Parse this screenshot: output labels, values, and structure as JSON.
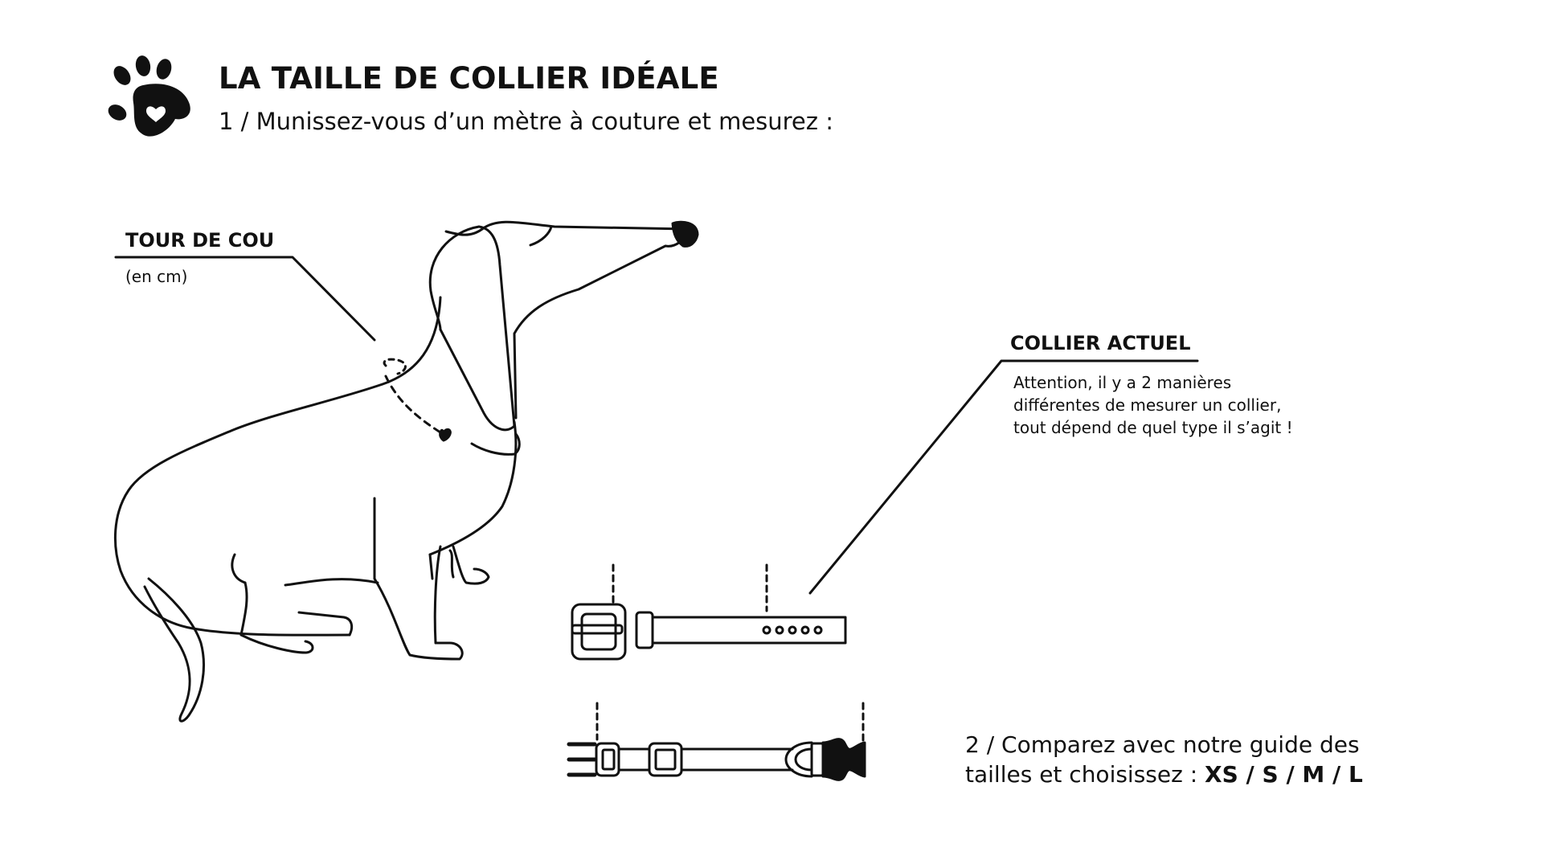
{
  "header": {
    "title": "LA TAILLE DE COLLIER IDÉALE",
    "step1": "1 / Munissez-vous d’un mètre à couture et mesurez :",
    "logo_icon": "paw-heart-icon"
  },
  "neck": {
    "label": "TOUR DE COU",
    "unit": "(en cm)"
  },
  "current_collar": {
    "label": "COLLIER ACTUEL",
    "note_lines": [
      "Attention, il y a 2 manières",
      "différentes de mesurer un collier,",
      "tout dépend de quel type il s’agit !"
    ]
  },
  "step2": {
    "line1": "2 / Comparez avec notre guide des",
    "line2_prefix": "tailles et choisissez : ",
    "sizes": "XS / S / M / L"
  },
  "illustrations": {
    "dog": "dachshund-illustration",
    "buckle_collar": "buckle-collar-icon",
    "clip_collar": "clip-collar-icon"
  },
  "colors": {
    "ink": "#111111",
    "background": "#ffffff"
  }
}
